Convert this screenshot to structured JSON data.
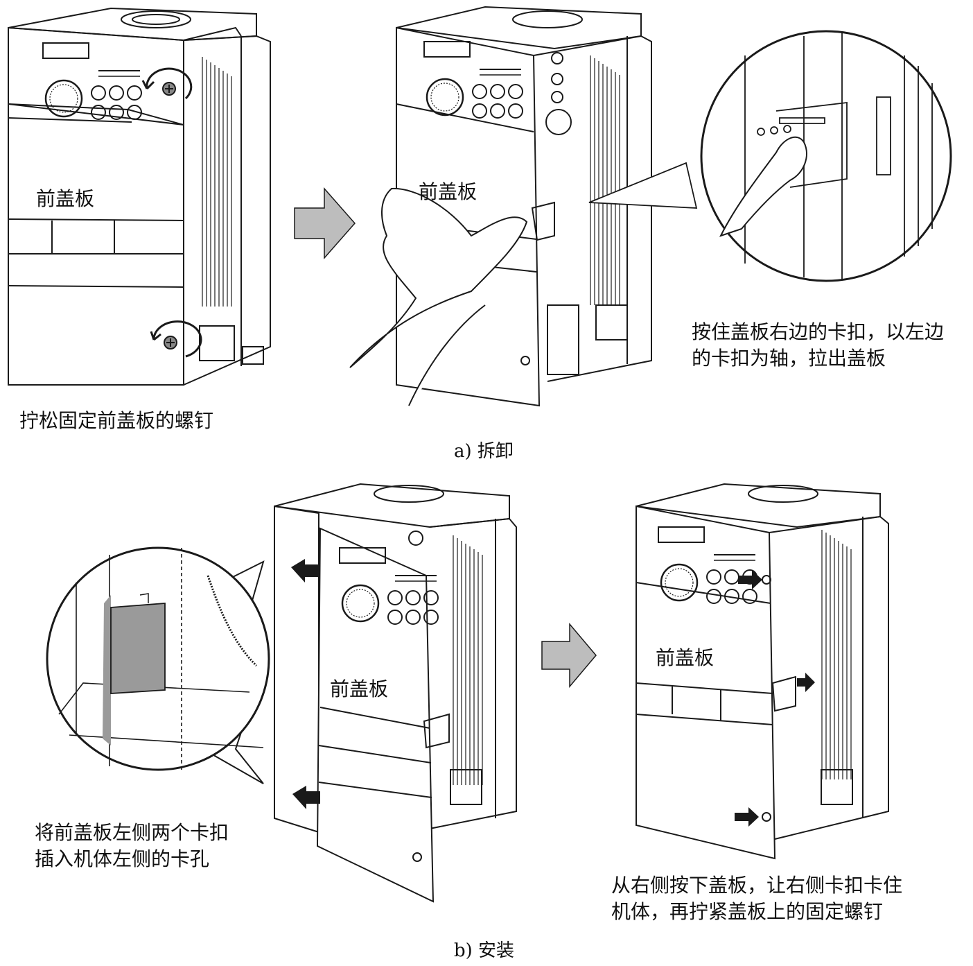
{
  "part_label": "前盖板",
  "section_a": {
    "caption": "a) 拆卸",
    "step1_text": "拧松固定前盖板的螺钉",
    "step2_text_line1": "按住盖板右边的卡扣，以左边",
    "step2_text_line2": "的卡扣为轴，拉出盖板"
  },
  "section_b": {
    "caption": "b) 安装",
    "step1_text_line1": "将前盖板左侧两个卡扣",
    "step1_text_line2": "插入机体左侧的卡孔",
    "step2_text_line1": "从右侧按下盖板，让右侧卡扣卡住",
    "step2_text_line2": "机体，再拧紧盖板上的固定螺钉"
  },
  "colors": {
    "line": "#1a1a1a",
    "arrow_fill": "#bdbdbd",
    "tab_fill": "#9a9a9a",
    "background": "#ffffff"
  }
}
